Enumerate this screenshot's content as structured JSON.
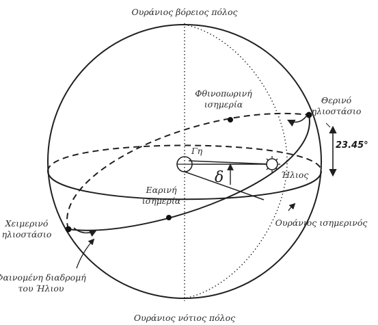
{
  "labels": {
    "north_pole": "Ουράνιος βόρειος πόλος",
    "south_pole": "Ουράνιος νότιος πόλος",
    "autumn_equinox": [
      "Φθινοπωρινή",
      "ισημερία"
    ],
    "summer_solstice": [
      "Θερινό",
      "ηλιοστάσιο"
    ],
    "tilt": "23.45°",
    "earth": "Γη",
    "sun": "Ήλιος",
    "delta": "δ",
    "spring_equinox": [
      "Εαρινή",
      "ισημερία"
    ],
    "winter_solstice": [
      "Χειμερινό",
      "ηλιοστάσιο"
    ],
    "celestial_equator": "Ουράνιος ισημερινός",
    "apparent_path": [
      "Φαινομένη διαδρομή",
      "του Ήλιου"
    ]
  }
}
